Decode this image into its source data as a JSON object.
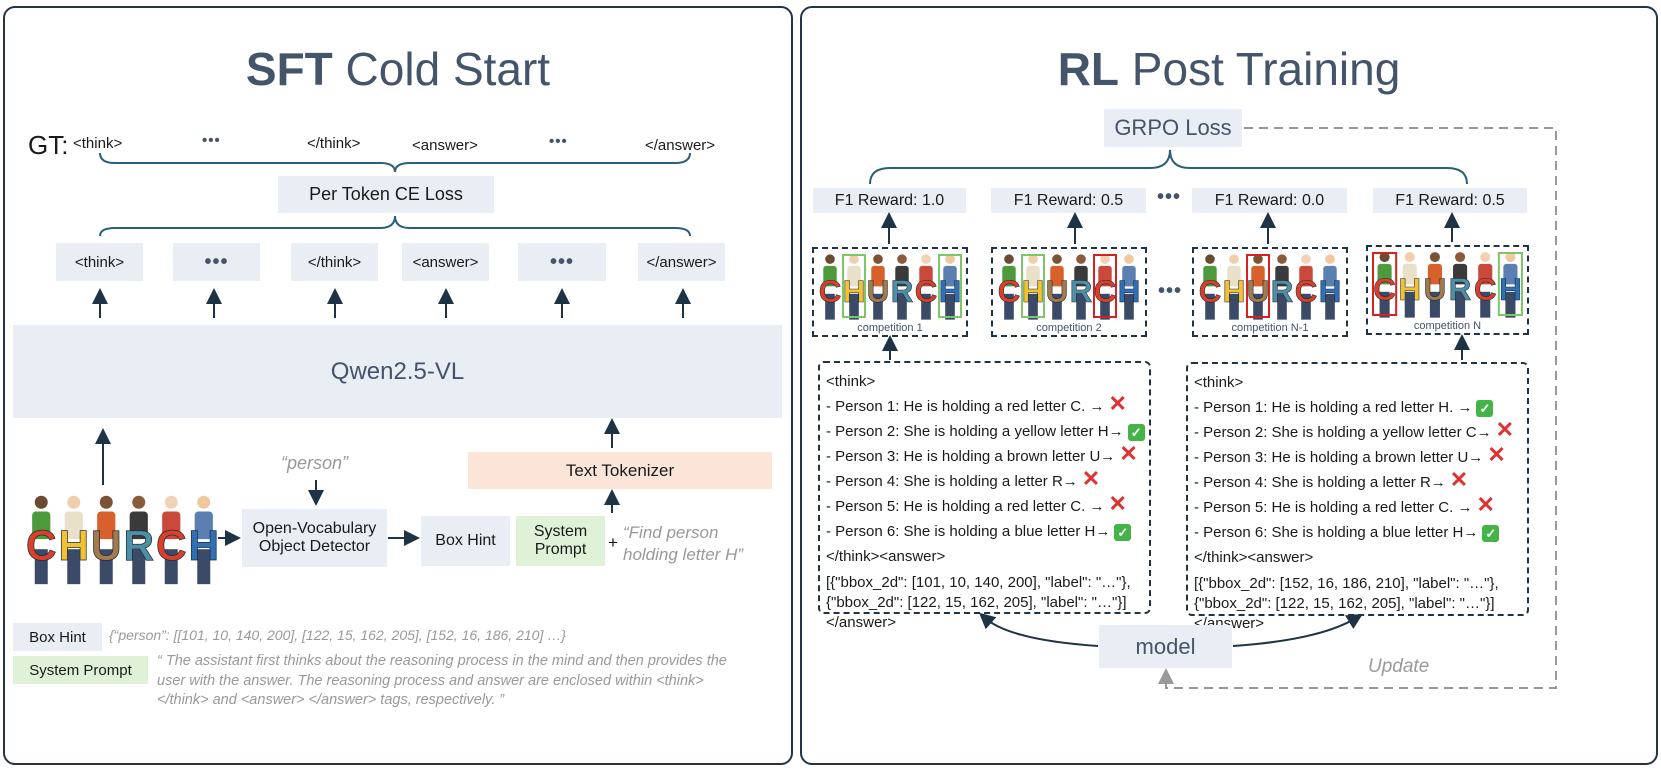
{
  "sft": {
    "title_bold": "SFT",
    "title_rest": " Cold Start",
    "gt_label": "GT:",
    "gt_tokens": [
      "<think>",
      "•••",
      "</think>",
      "<answer>",
      "•••",
      "</answer>"
    ],
    "ce_loss": "Per Token CE Loss",
    "out_tokens": [
      "<think>",
      "•••",
      "</think>",
      "<answer>",
      "•••",
      "</answer>"
    ],
    "model": "Qwen2.5-VL",
    "person_quote": "“person”",
    "detector": "Open-Vocabulary Object Detector",
    "box_hint": "Box Hint",
    "system_prompt": "System Prompt",
    "plus": "+",
    "find_quote": "“Find person holding letter H”",
    "tokenizer": "Text Tokenizer",
    "legend_box_hint_label": "Box Hint",
    "legend_box_hint_text": "{“person”: [[101, 10, 140, 200], [122, 15, 162, 205], [152, 16, 186, 210] …}",
    "legend_system_prompt_label": "System Prompt",
    "legend_system_prompt_text": "“ The assistant first thinks about the reasoning process in the mind and then provides the user with the answer. The reasoning process and answer are enclosed within <think> </think> and <answer> </answer> tags, respectively. ”"
  },
  "image_letters": [
    "C",
    "H",
    "U",
    "R",
    "C",
    "H"
  ],
  "rl": {
    "title_bold": "RL",
    "title_rest": " Post Training",
    "grpo": "GRPO Loss",
    "rewards": [
      "F1 Reward: 1.0",
      "F1 Reward: 0.5",
      "F1 Reward: 0.0",
      "F1 Reward: 0.5"
    ],
    "dots": "•••",
    "competitions": [
      "competition 1",
      "competition 2",
      "competition N-1",
      "competition N"
    ],
    "think1": {
      "open": "<think>",
      "lines": [
        {
          "text": "- Person 1: He is holding a red letter C. →",
          "mark": "x"
        },
        {
          "text": "- Person 2: She is holding a yellow letter H→",
          "mark": "ok"
        },
        {
          "text": "- Person 3: He is holding a brown letter U→",
          "mark": "x"
        },
        {
          "text": "- Person 4: She is holding a letter R→",
          "mark": "x"
        },
        {
          "text": "- Person 5: He is holding a red letter C. →",
          "mark": "x"
        },
        {
          "text": "- Person 6: She is holding a blue letter H→",
          "mark": "ok"
        }
      ],
      "close": "</think><answer>",
      "json1": "[{\"bbox_2d\": [101, 10, 140, 200], \"label\": \"…\"},",
      "json2": " {\"bbox_2d\": [122, 15, 162, 205], \"label\": \"…\"}]",
      "end": "</answer>"
    },
    "think2": {
      "open": "<think>",
      "lines": [
        {
          "text": "- Person 1: He is holding a red letter H. →",
          "mark": "ok"
        },
        {
          "text": "- Person 2: She is holding a yellow letter C→",
          "mark": "x"
        },
        {
          "text": "- Person 3: He is holding a brown letter U→",
          "mark": "x"
        },
        {
          "text": "- Person 4: She is holding a letter R→",
          "mark": "x"
        },
        {
          "text": "- Person 5: He is holding a red letter C. →",
          "mark": "x"
        },
        {
          "text": "- Person 6: She is holding a blue letter H→",
          "mark": "ok"
        }
      ],
      "close": "</think><answer>",
      "json1": "[{\"bbox_2d\": [152, 16, 186, 210], \"label\": \"…\"},",
      "json2": " {\"bbox_2d\": [122, 15, 162, 205], \"label\": \"…\"}]",
      "end": "</answer>"
    },
    "model": "model",
    "update": "Update",
    "x_mark": "✕",
    "ok_mark": "✓"
  }
}
